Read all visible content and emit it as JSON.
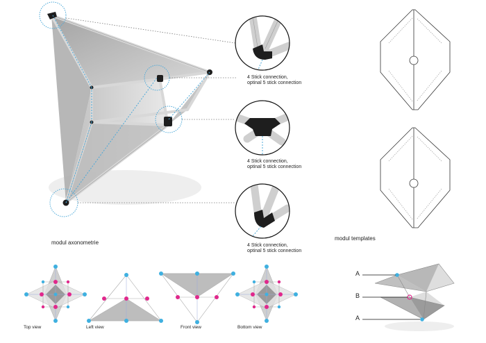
{
  "callouts": [
    {
      "line1": "4 Stick connection,",
      "line2": "optinal 5 stick connection"
    },
    {
      "line1": "4 Stick connection,",
      "line2": "optinal 5 stick connection"
    },
    {
      "line1": "4 Stick connection,",
      "line2": "optinal 5 stick connection"
    }
  ],
  "section_labels": {
    "axonometrie": "modul axonometrie",
    "templates": "modul templates"
  },
  "views": [
    "Top view",
    "Left view",
    "Front view",
    "Bottom view"
  ],
  "stack_labels": [
    "A",
    "B",
    "A"
  ],
  "colors": {
    "highlight": "#4aa8d8",
    "joint_blue": "#3fb0e0",
    "joint_magenta": "#e0288c",
    "membrane": "#c8c8c8",
    "stick": "#d8d8d8",
    "connector": "#1e1e1e"
  }
}
